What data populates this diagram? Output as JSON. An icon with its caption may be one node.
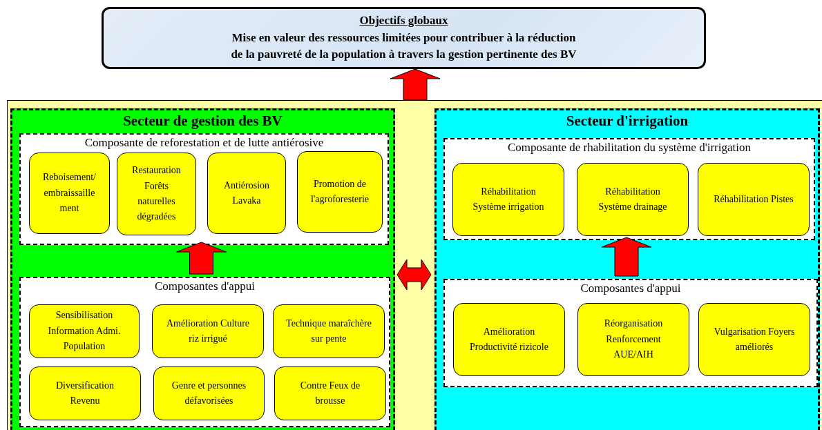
{
  "diagram": {
    "nodes": [
      {
        "text": [
          "Objectifs globaux",
          "Mise en valeur des ressources limitées pour contribuer à la réduction de la pauvreté de la population à travers la gestion pertinente des BV"
        ]
      },
      {
        "text": [],
        "shape": "box"
      },
      {
        "text": [
          "Secteur de gestion des BV"
        ],
        "in": 1
      },
      {
        "text": [
          "Composante de reforestation et de lutte antiérosive"
        ],
        "in": 2
      },
      {
        "text": [
          "Reboisement/ embraissaille ment"
        ],
        "in": 3
      },
      {
        "text": [
          "Restauration Forêts naturelles dégradées"
        ],
        "in": 3
      },
      {
        "text": [
          "Antiérosion Lavaka"
        ],
        "in": 3
      },
      {
        "text": [
          "Promotion de l'agroforesterie"
        ],
        "in": 3
      },
      {
        "text": [
          "Composantes d'appui"
        ],
        "in": 2
      },
      {
        "text": [
          "Sensibilisation Information Admi. Population"
        ],
        "in": 8
      },
      {
        "text": [
          "Amélioration Culture riz irrigué"
        ],
        "in": 8
      },
      {
        "text": [
          "Technique maraîchère sur pente"
        ],
        "in": 8
      },
      {
        "text": [
          "Diversification Revenu"
        ],
        "in": 8
      },
      {
        "text": [
          "Genre et personnes défavorisées"
        ],
        "in": 8
      },
      {
        "text": [
          "Contre Feux de brousse"
        ],
        "in": 8
      },
      {
        "text": [
          "Secteur d'irrigation"
        ],
        "in": 1
      },
      {
        "text": [
          "Composante de rhabilitation du système d'irrigation"
        ],
        "in": 15
      },
      {
        "text": [
          "Réhabilitation Système irrigation"
        ],
        "in": 16
      },
      {
        "text": [
          "Réhabilitation Système drainage"
        ],
        "in": 16
      },
      {
        "text": [
          "Réhabilitation Pistes"
        ],
        "in": 16
      },
      {
        "text": [
          "Composantes d'appui"
        ],
        "in": 15
      },
      {
        "text": [
          "Amélioration Productivité rizicole"
        ],
        "in": 20
      },
      {
        "text": [
          "Réorganisation Renforcement AUE/AIH"
        ],
        "in": 20
      },
      {
        "text": [
          "Vulgarisation Foyers améliorés"
        ],
        "in": 20
      }
    ],
    "edges": [
      {
        "from": 1,
        "to": 0,
        "arrow": "to"
      },
      {
        "from": 8,
        "to": 3,
        "arrow": "to"
      },
      {
        "from": 2,
        "to": 15,
        "arrow": "both"
      },
      {
        "from": 20,
        "to": 16,
        "arrow": "to"
      }
    ]
  }
}
